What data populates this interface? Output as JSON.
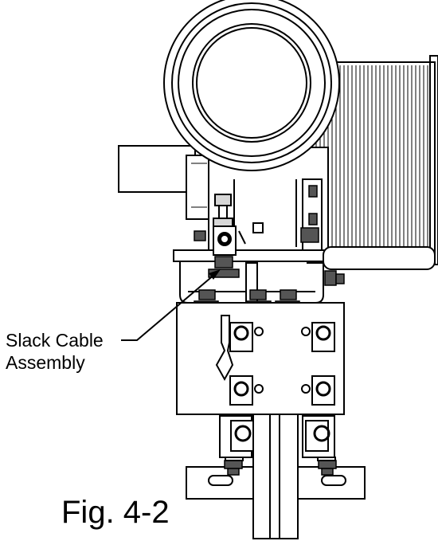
{
  "figure": {
    "caption": "Fig. 4-2",
    "callout": {
      "line1": "Slack Cable",
      "line2": "Assembly"
    }
  },
  "colors": {
    "line": "#000000",
    "background": "#ffffff",
    "shade": "#d7d7d7"
  }
}
